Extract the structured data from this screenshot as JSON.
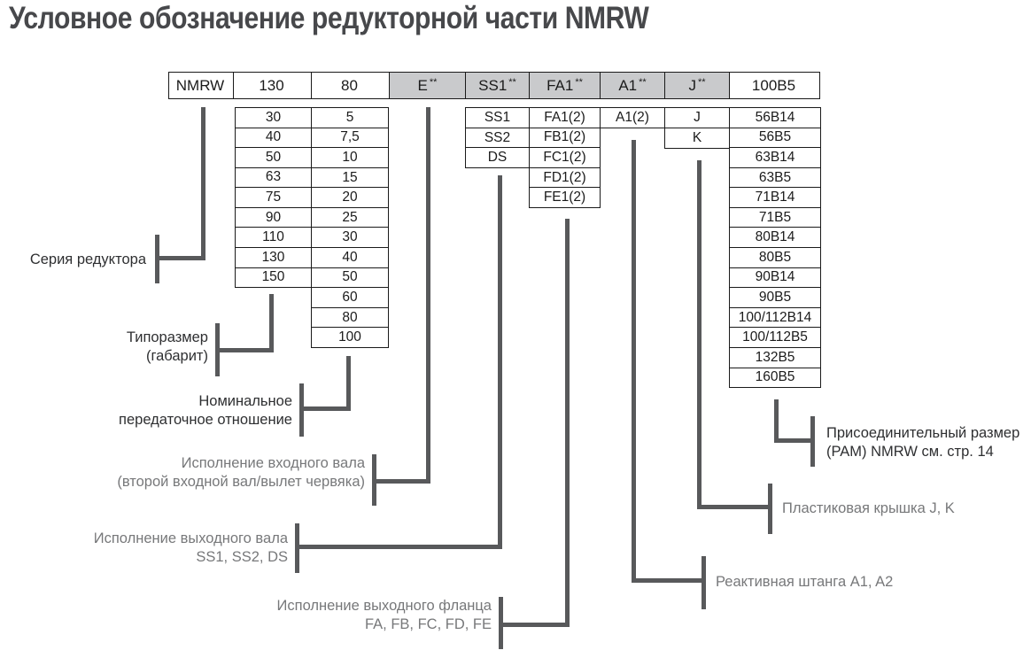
{
  "title": "Условное обозначение редукторной части NMRW",
  "colors": {
    "header_shaded_fill": "#c9cacc",
    "connector_line": "#58595b",
    "label_dark": "#2e2f31",
    "label_gray": "#77787a",
    "table_border": "#1a1a1a",
    "title_color": "#47484b"
  },
  "header": {
    "cells": [
      {
        "text": "NMRW",
        "sup": "",
        "shaded": false
      },
      {
        "text": "130",
        "sup": "",
        "shaded": false
      },
      {
        "text": "80",
        "sup": "",
        "shaded": false
      },
      {
        "text": "E",
        "sup": "**",
        "shaded": true
      },
      {
        "text": "SS1",
        "sup": "**",
        "shaded": true
      },
      {
        "text": "FA1",
        "sup": "**",
        "shaded": true
      },
      {
        "text": "A1",
        "sup": "**",
        "shaded": true
      },
      {
        "text": "J",
        "sup": "**",
        "shaded": true
      },
      {
        "text": "100B5",
        "sup": "",
        "shaded": false
      }
    ]
  },
  "columns": {
    "sizes": [
      "30",
      "40",
      "50",
      "63",
      "75",
      "90",
      "110",
      "130",
      "150"
    ],
    "ratios": [
      "5",
      "7,5",
      "10",
      "15",
      "20",
      "25",
      "30",
      "40",
      "50",
      "60",
      "80",
      "100"
    ],
    "output_shafts": [
      "SS1",
      "SS2",
      "DS"
    ],
    "output_flanges": [
      "FA1(2)",
      "FB1(2)",
      "FC1(2)",
      "FD1(2)",
      "FE1(2)"
    ],
    "torque_arm": [
      "A1(2)"
    ],
    "plastic_cover": [
      "J",
      "K"
    ],
    "pam": [
      "56B14",
      "56B5",
      "63B14",
      "63B5",
      "71B14",
      "71B5",
      "80B14",
      "80B5",
      "90B14",
      "90B5",
      "100/112B14",
      "100/112B5",
      "132B5",
      "160B5"
    ]
  },
  "labels": {
    "series": "Серия редуктора",
    "size_line1": "Типоразмер",
    "size_line2": "(габарит)",
    "ratio_line1": "Номинальное",
    "ratio_line2": "передаточное отношение",
    "input_shaft_line1": "Исполнение входного вала",
    "input_shaft_line2": "(второй входной вал/вылет червяка)",
    "output_shaft_line1": "Исполнение выходного вала",
    "output_shaft_line2": "SS1, SS2, DS",
    "output_flange_line1": "Исполнение выходного фланца",
    "output_flange_line2": "FA, FB, FC, FD, FE",
    "pam_line1": "Присоединительный размер",
    "pam_line2": "(PAM) NMRW см. стр. 14",
    "plastic_cover": "Пластиковая крышка J, K",
    "torque_arm": "Реактивная штанга A1, A2"
  }
}
